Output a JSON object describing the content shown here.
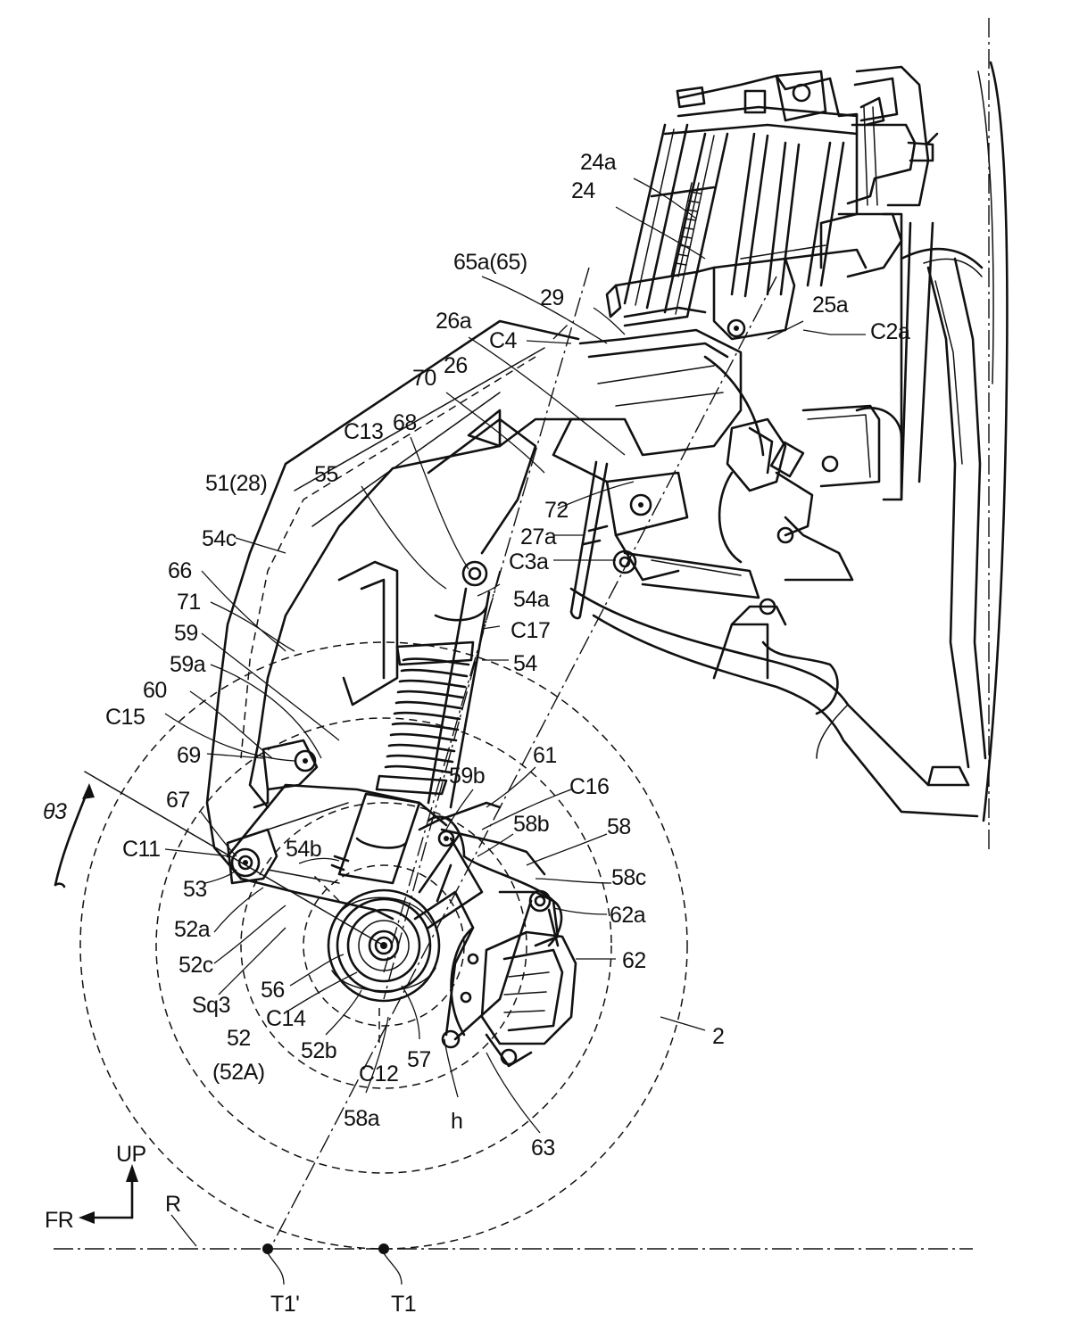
{
  "figure": {
    "direction": {
      "up": "UP",
      "front": "FR"
    },
    "ground": {
      "line": "R",
      "contact_point": "T1",
      "contact_point_alt": "T1'"
    },
    "angle": "θ3",
    "labels": {
      "l24a": "24a",
      "l24": "24",
      "l65a": "65a(65)",
      "l29": "29",
      "l25a": "25a",
      "lC2a": "C2a",
      "l26a": "26a",
      "lC4": "C4",
      "l70": "70",
      "l26": "26",
      "lC13": "C13",
      "l68": "68",
      "l51": "51(28)",
      "l55": "55",
      "l72": "72",
      "l27a": "27a",
      "lC3a": "C3a",
      "l54c": "54c",
      "l66": "66",
      "l54a": "54a",
      "lC17": "C17",
      "l71": "71",
      "l54": "54",
      "l59": "59",
      "l59a": "59a",
      "l60": "60",
      "lC15": "C15",
      "l69": "69",
      "l61": "61",
      "l59b": "59b",
      "lC16": "C16",
      "l67": "67",
      "l58b": "58b",
      "l58": "58",
      "lC11": "C11",
      "l54b": "54b",
      "l58c": "58c",
      "l53": "53",
      "l62a": "62a",
      "l52a": "52a",
      "l62": "62",
      "l52c": "52c",
      "l56": "56",
      "lSq3": "Sq3",
      "lC14": "C14",
      "l52": "52",
      "l52A": "(52A)",
      "l52b": "52b",
      "lC12": "C12",
      "l57": "57",
      "l2": "2",
      "l58a": "58a",
      "lh": "h",
      "l63": "63"
    }
  }
}
